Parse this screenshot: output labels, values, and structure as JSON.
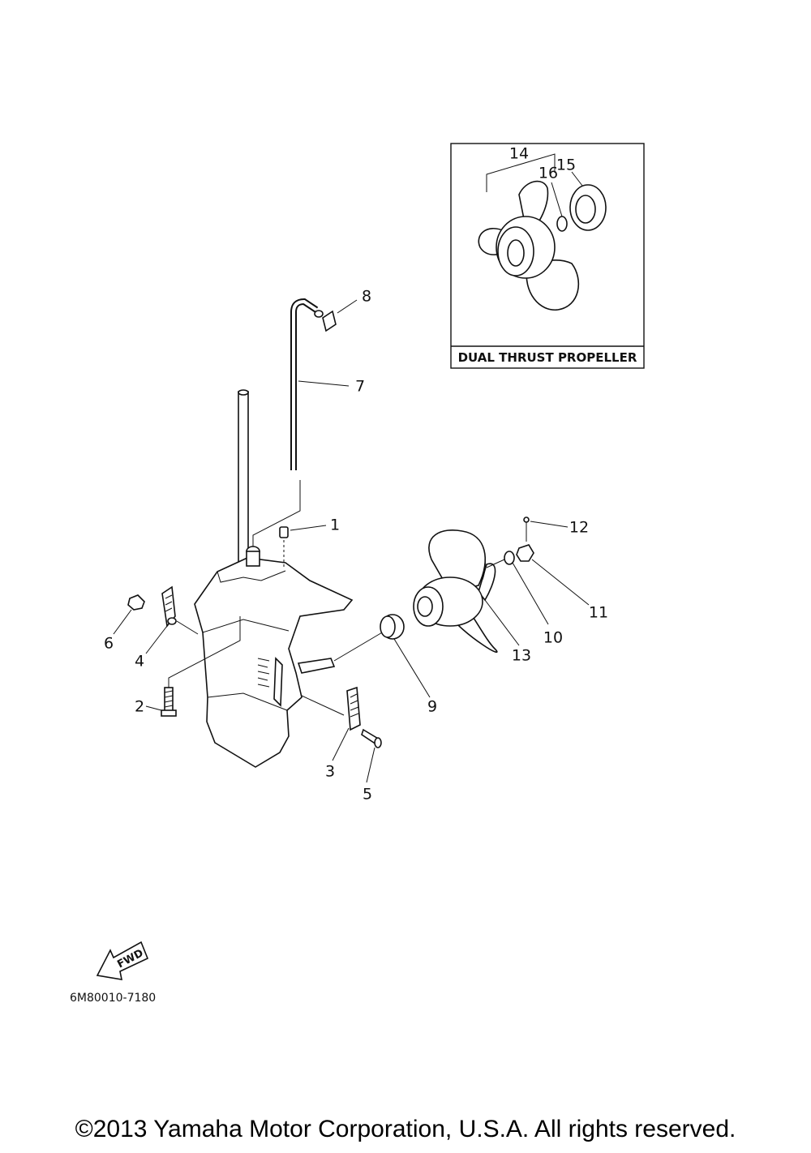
{
  "callouts": [
    {
      "id": "1",
      "label": "1"
    },
    {
      "id": "2",
      "label": "2"
    },
    {
      "id": "3",
      "label": "3"
    },
    {
      "id": "4",
      "label": "4"
    },
    {
      "id": "5",
      "label": "5"
    },
    {
      "id": "6",
      "label": "6"
    },
    {
      "id": "7",
      "label": "7"
    },
    {
      "id": "8",
      "label": "8"
    },
    {
      "id": "9",
      "label": "9"
    },
    {
      "id": "10",
      "label": "10"
    },
    {
      "id": "11",
      "label": "11"
    },
    {
      "id": "12",
      "label": "12"
    },
    {
      "id": "13",
      "label": "13"
    },
    {
      "id": "14",
      "label": "14"
    },
    {
      "id": "15",
      "label": "15"
    },
    {
      "id": "16",
      "label": "16"
    }
  ],
  "inset": {
    "title": "DUAL THRUST PROPELLER"
  },
  "direction": {
    "label": "FWD"
  },
  "diagram_code": "6M80010-7180",
  "footer": {
    "copyright": "©2013 Yamaha Motor Corporation, U.S.A. All rights reserved."
  }
}
